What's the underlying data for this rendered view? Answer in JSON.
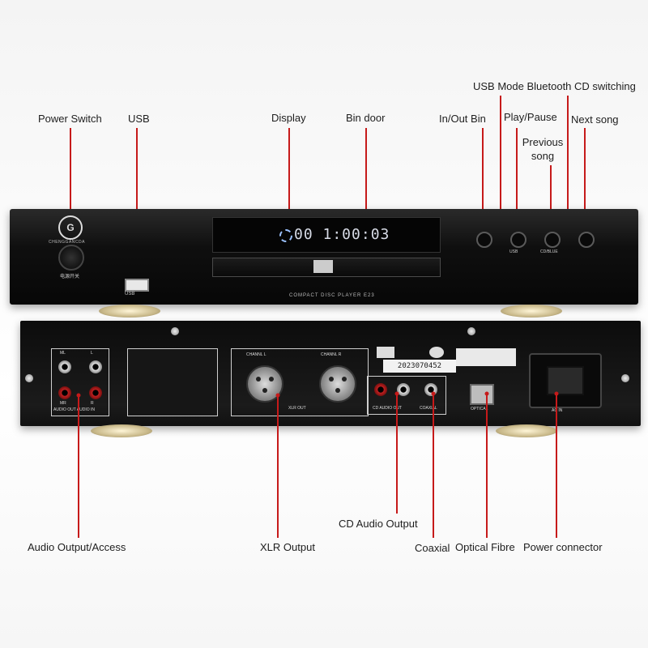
{
  "callouts": {
    "power_switch": "Power Switch",
    "usb": "USB",
    "display": "Display",
    "bin_door": "Bin door",
    "in_out_bin": "In/Out Bin",
    "play_pause": "Play/Pause",
    "previous_song_line1": "Previous",
    "previous_song_line2": "song",
    "next_song": "Next song",
    "usb_mode_bluetooth": "USB Mode Bluetooth CD switching",
    "audio_output": "Audio Output/Access",
    "xlr_output": "XLR Output",
    "cd_audio_output": "CD Audio Output",
    "coaxial": "Coaxial",
    "optical_fibre": "Optical Fibre",
    "power_connector": "Power connector"
  },
  "device": {
    "brand": "CHENGGANCDA",
    "power_label": "电源开关",
    "usb_label": "USB",
    "display_digits": "00 1:00:03",
    "model_text": "COMPACT DISC PLAYER E23",
    "button_usb_label": "USB",
    "button_cdblue_label": "CD/BLUE",
    "rear": {
      "channel_l": "CHANNL L",
      "channel_r": "CHANNL R",
      "xlr_out": "XLR OUT",
      "ml": "ML",
      "l": "L",
      "mr": "MR",
      "r": "R",
      "audio_out_label": "AUDIO OUT  AUDIO IN",
      "cd_audio_out_label": "CD AUDIO OUT",
      "coaxial_label": "COAXIAL",
      "optical_label": "OPTICAL",
      "serial": "2023070452",
      "ac_in": "AC IN"
    }
  },
  "colors": {
    "leader": "#c61a1a",
    "device_body": "#0f0f0f"
  }
}
